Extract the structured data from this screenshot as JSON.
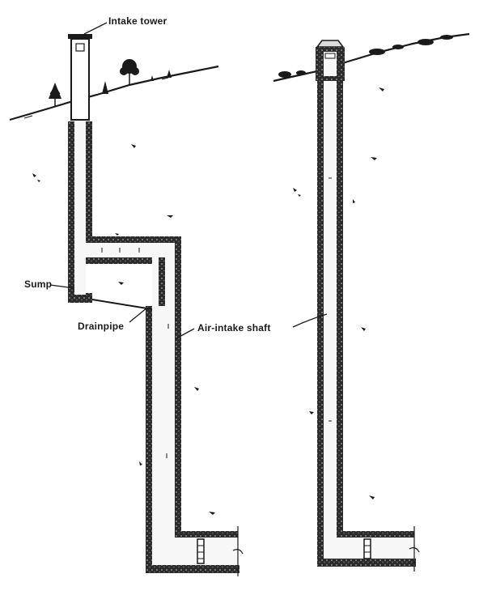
{
  "labels": {
    "intake_tower": "Intake tower",
    "sump": "Sump",
    "drainpipe": "Drainpipe",
    "air_intake_shaft": "Air-intake shaft"
  },
  "colors": {
    "ink": "#1a1a1a",
    "rock_wall": "#2b2b2b",
    "shaft_fill": "#f7f7f7",
    "background": "#ffffff"
  }
}
